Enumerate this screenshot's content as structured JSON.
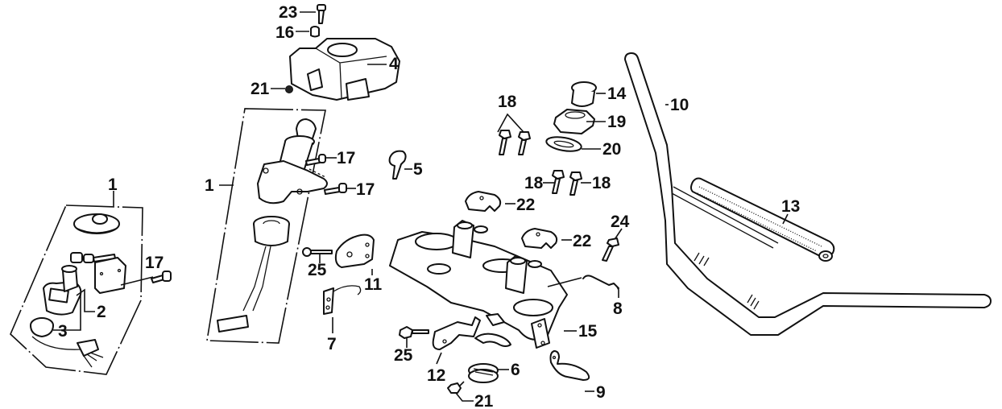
{
  "title": "Handlebar / Top Bridge / Ignition Switch Exploded Parts Diagram",
  "callouts": [
    {
      "id": "c1a",
      "text": "1"
    },
    {
      "id": "c1b",
      "text": "1"
    },
    {
      "id": "c2",
      "text": "2"
    },
    {
      "id": "c3",
      "text": "3"
    },
    {
      "id": "c4",
      "text": "4"
    },
    {
      "id": "c5",
      "text": "5"
    },
    {
      "id": "c6",
      "text": "6"
    },
    {
      "id": "c7",
      "text": "7"
    },
    {
      "id": "c8",
      "text": "8"
    },
    {
      "id": "c9",
      "text": "9"
    },
    {
      "id": "c10",
      "text": "10"
    },
    {
      "id": "c11",
      "text": "11"
    },
    {
      "id": "c12",
      "text": "12"
    },
    {
      "id": "c13",
      "text": "13"
    },
    {
      "id": "c14",
      "text": "14"
    },
    {
      "id": "c15",
      "text": "15"
    },
    {
      "id": "c16",
      "text": "16"
    },
    {
      "id": "c17a",
      "text": "17"
    },
    {
      "id": "c17b",
      "text": "17"
    },
    {
      "id": "c17c",
      "text": "17"
    },
    {
      "id": "c18a",
      "text": "18"
    },
    {
      "id": "c18b",
      "text": "18"
    },
    {
      "id": "c18c",
      "text": "18"
    },
    {
      "id": "c19",
      "text": "19"
    },
    {
      "id": "c20",
      "text": "20"
    },
    {
      "id": "c21a",
      "text": "21"
    },
    {
      "id": "c21b",
      "text": "21"
    },
    {
      "id": "c22a",
      "text": "22"
    },
    {
      "id": "c22b",
      "text": "22"
    },
    {
      "id": "c23",
      "text": "23"
    },
    {
      "id": "c24",
      "text": "24"
    },
    {
      "id": "c25a",
      "text": "25"
    },
    {
      "id": "c25b",
      "text": "25"
    }
  ],
  "parts": [
    {
      "name": "ignition-switch-assembly-small",
      "callout": "1"
    },
    {
      "name": "key-cylinder-set",
      "callout": "2"
    },
    {
      "name": "switch-connector",
      "callout": "3"
    },
    {
      "name": "ignition-cover",
      "callout": "4"
    },
    {
      "name": "key",
      "callout": "5"
    },
    {
      "name": "steering-bearing",
      "callout": "6"
    },
    {
      "name": "stay-bracket",
      "callout": "7"
    },
    {
      "name": "wire-clamp",
      "callout": "8"
    },
    {
      "name": "hose-clamp",
      "callout": "9"
    },
    {
      "name": "handlebar",
      "callout": "10"
    },
    {
      "name": "mount-bracket",
      "callout": "11"
    },
    {
      "name": "lower-bracket",
      "callout": "12"
    },
    {
      "name": "handlebar-pad",
      "callout": "13"
    },
    {
      "name": "stem-cap",
      "callout": "14"
    },
    {
      "name": "top-bridge",
      "callout": "15"
    },
    {
      "name": "collar",
      "callout": "16"
    },
    {
      "name": "screw",
      "callout": "17"
    },
    {
      "name": "holder-bolt",
      "callout": "18"
    },
    {
      "name": "stem-nut",
      "callout": "19"
    },
    {
      "name": "washer",
      "callout": "20"
    },
    {
      "name": "nut",
      "callout": "21"
    },
    {
      "name": "handlebar-holder",
      "callout": "22"
    },
    {
      "name": "cover-bolt",
      "callout": "23"
    },
    {
      "name": "flange-bolt-24",
      "callout": "24"
    },
    {
      "name": "flange-bolt-25",
      "callout": "25"
    }
  ]
}
